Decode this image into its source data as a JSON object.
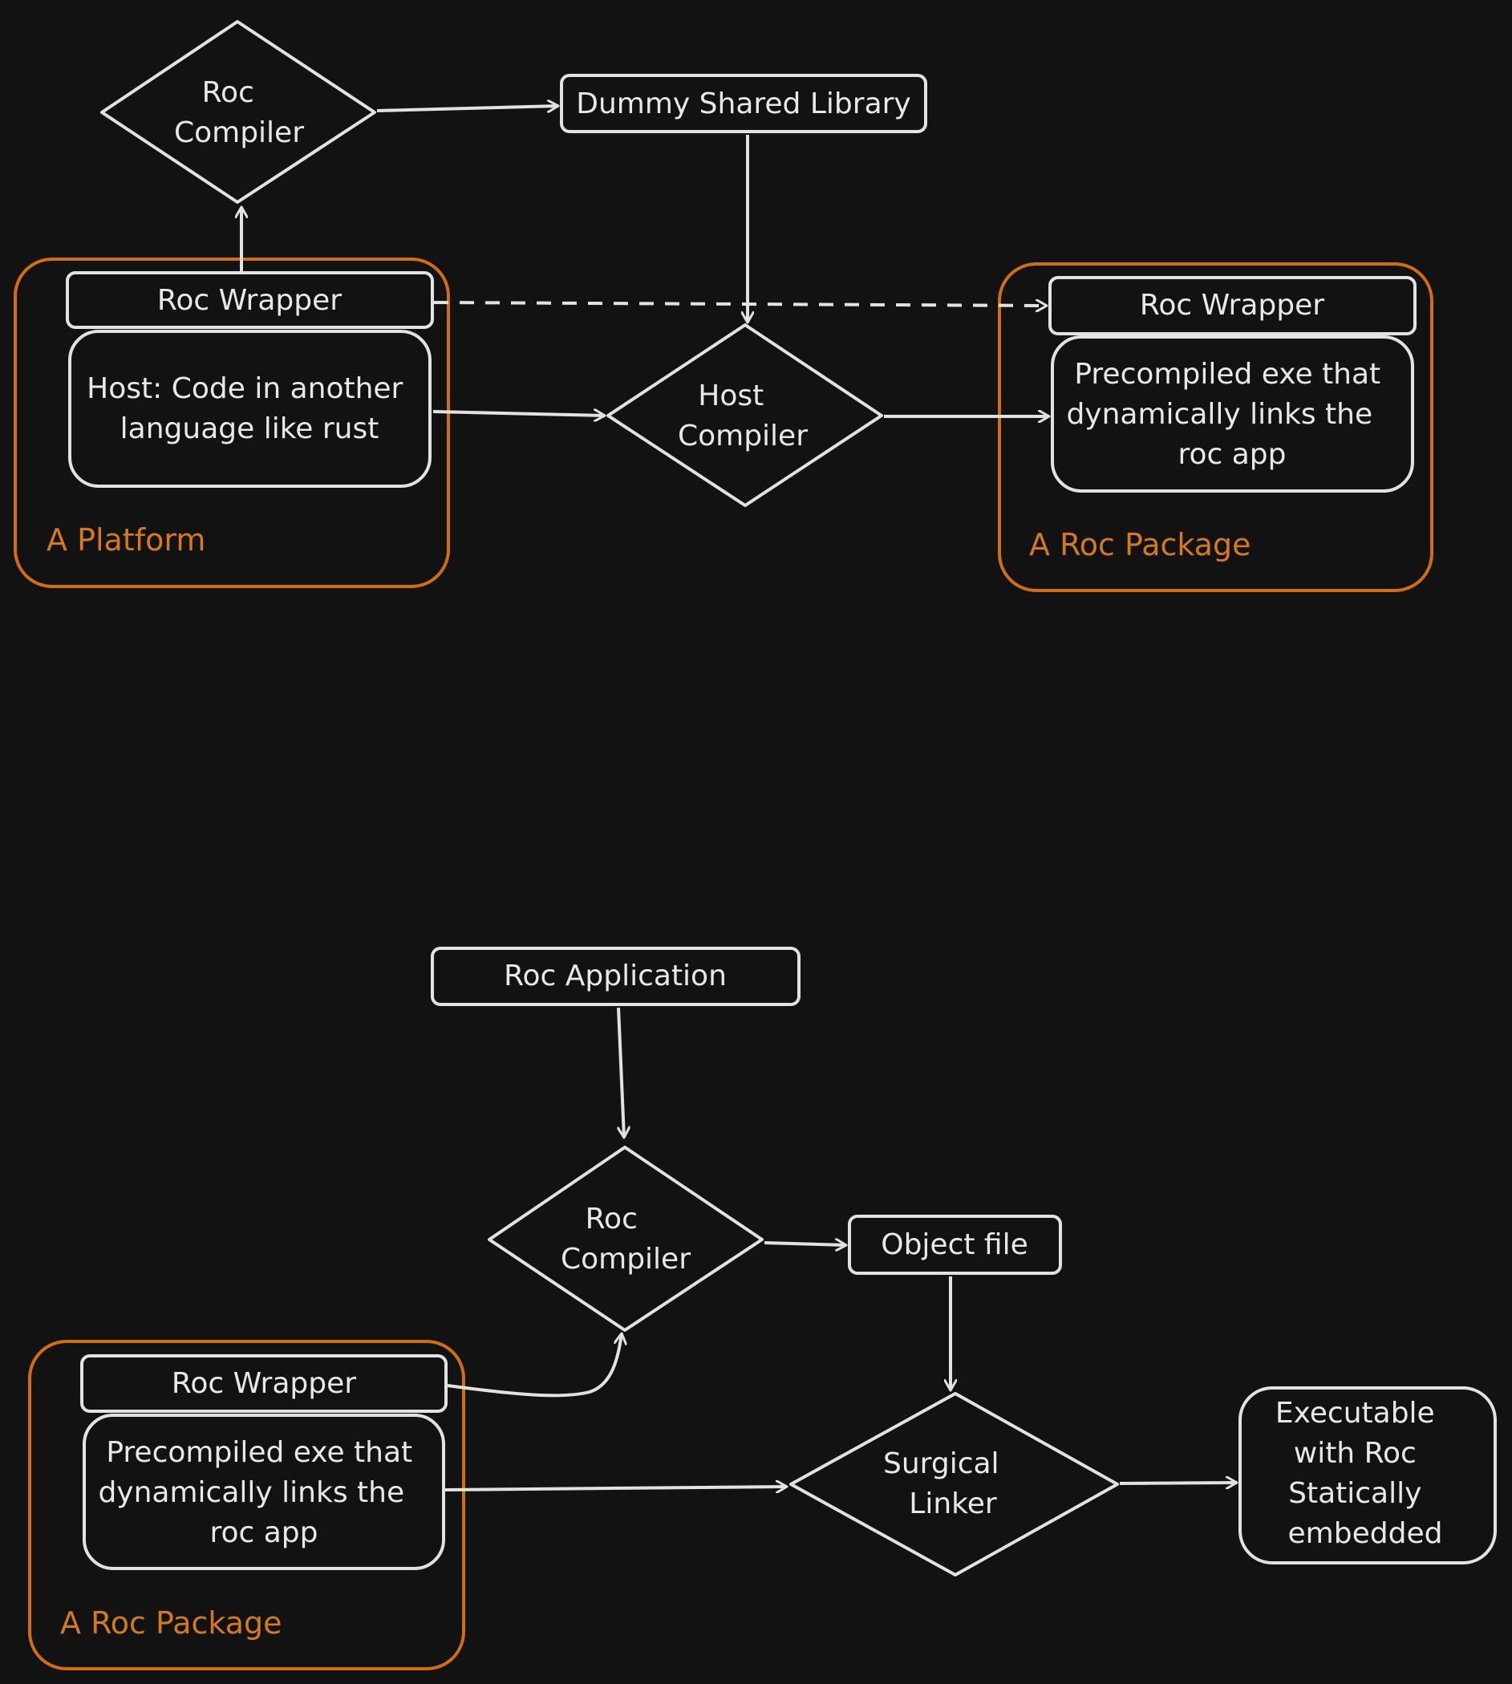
{
  "colors": {
    "background": "#121212",
    "line": "#e2e2e2",
    "group_border": "#d26e12",
    "group_label": "#d57a1c",
    "text": "#e8e8e8"
  },
  "top_diagram": {
    "roc_compiler": [
      "Roc",
      "Compiler"
    ],
    "dummy_shared_library": "Dummy Shared Library",
    "platform_group": {
      "label": "A Platform",
      "roc_wrapper": "Roc Wrapper",
      "host": [
        "Host: Code in another",
        "language like rust"
      ]
    },
    "host_compiler": [
      "Host",
      "Compiler"
    ],
    "package_group": {
      "label": "A Roc Package",
      "roc_wrapper": "Roc Wrapper",
      "exe": [
        "Precompiled exe that",
        "dynamically links the",
        "roc app"
      ]
    }
  },
  "bottom_diagram": {
    "roc_application": "Roc Application",
    "roc_compiler": [
      "Roc",
      "Compiler"
    ],
    "object_file": "Object file",
    "package_group": {
      "label": "A Roc Package",
      "roc_wrapper": "Roc Wrapper",
      "exe": [
        "Precompiled exe that",
        "dynamically links the",
        "roc app"
      ]
    },
    "surgical_linker": [
      "Surgical",
      "Linker"
    ],
    "executable": [
      "Executable",
      "with Roc",
      "Statically",
      "embedded"
    ]
  }
}
